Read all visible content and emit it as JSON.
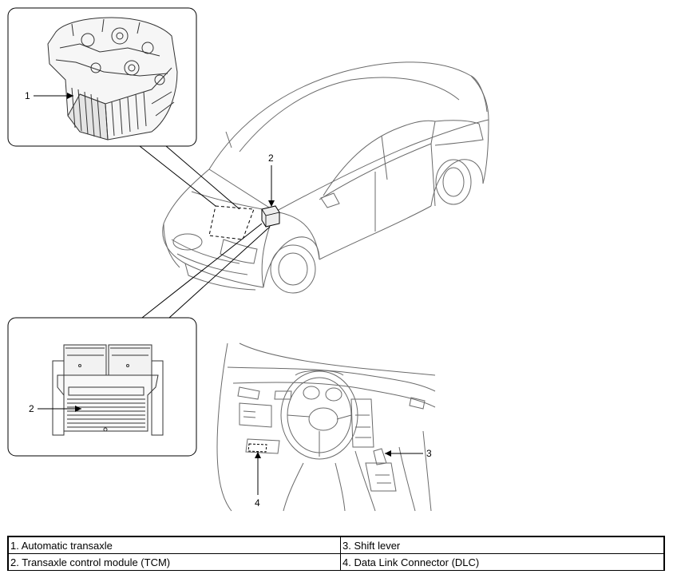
{
  "callouts": {
    "transaxle": "1",
    "tcm_car": "2",
    "tcm_detail": "2",
    "shift_lever": "3",
    "dlc": "4"
  },
  "legend": {
    "item1": "1. Automatic transaxle",
    "item2": "2. Transaxle control module (TCM)",
    "item3": "3. Shift lever",
    "item4": "4. Data Link Connector (DLC)"
  }
}
